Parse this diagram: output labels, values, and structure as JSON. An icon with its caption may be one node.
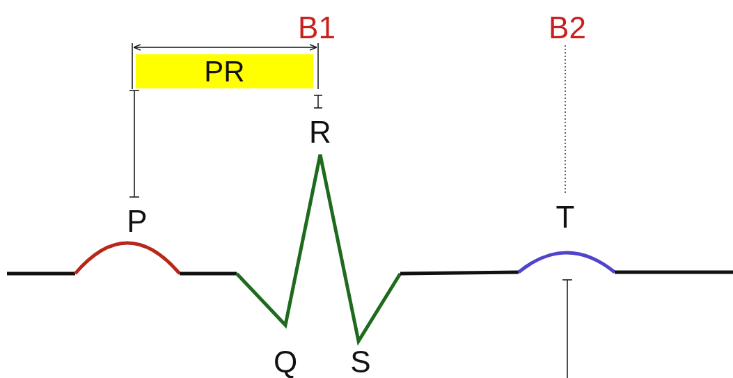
{
  "diagram": {
    "nodes": [
      {
        "text": [
          "PR"
        ]
      }
    ],
    "labels": [
      "B1",
      "B2",
      "R",
      "P",
      "T",
      "Q",
      "S"
    ]
  }
}
